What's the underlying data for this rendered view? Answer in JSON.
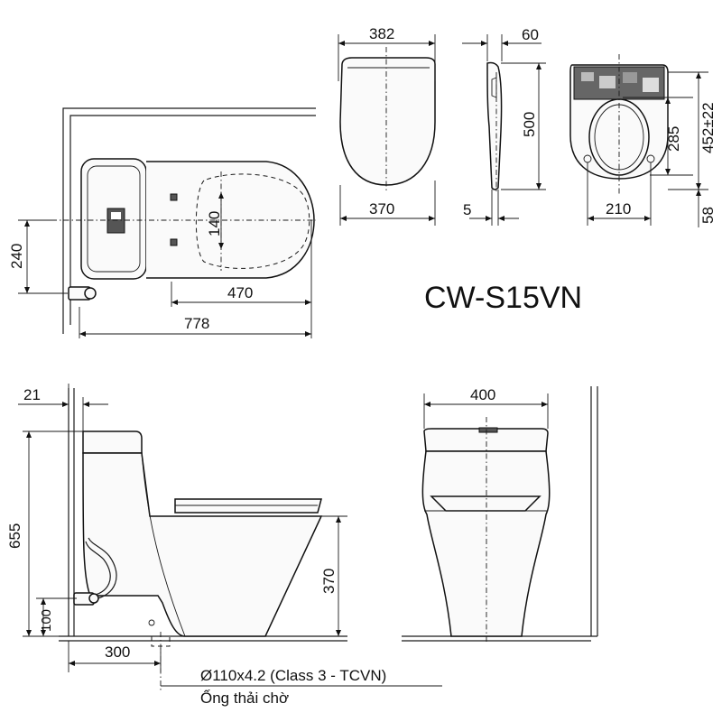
{
  "model_name": "CW-S15VN",
  "drain_note": {
    "spec": "Ø110x4.2 (Class 3 - TCVN)",
    "label": "Ống thải chờ"
  },
  "top_view": {
    "dim_total_length": "778",
    "dim_front_to_drain": "470",
    "dim_wall_to_center": "240",
    "dim_bowl_opening": "140"
  },
  "seat_lid_front": {
    "dim_top_width": "382",
    "dim_bottom_width": "370"
  },
  "seat_lid_side": {
    "dim_depth": "60",
    "dim_length": "500",
    "dim_bottom_offset": "5"
  },
  "seat_underside": {
    "dim_hole_center": "285",
    "dim_overall": "452±22",
    "dim_hole_spacing": "210",
    "dim_rear_offset": "58"
  },
  "side_view": {
    "dim_wall_gap": "21",
    "dim_height": "655",
    "dim_seat_height": "370",
    "dim_supply_height": "100",
    "dim_drain_offset": "300"
  },
  "front_view": {
    "dim_width": "400"
  }
}
